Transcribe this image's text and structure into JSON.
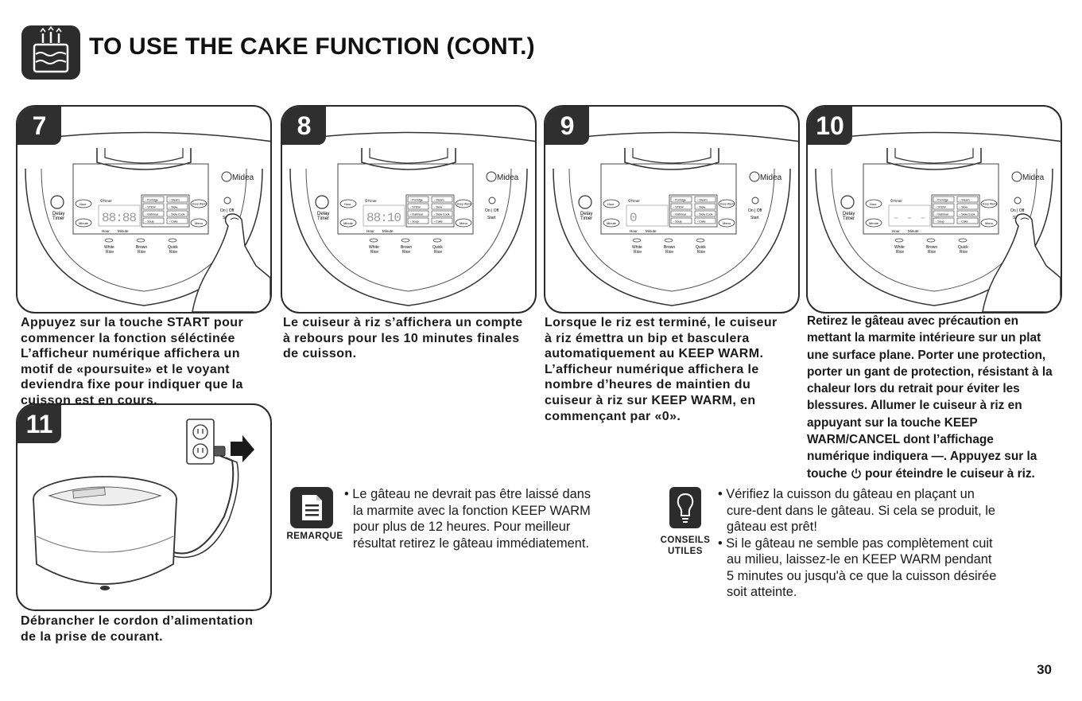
{
  "header": {
    "title": "TO USE THE CAKE FUNCTION (CONT.)",
    "icon": "cake-icon"
  },
  "steps": [
    {
      "number": "7",
      "lines": [
        "Appuyez sur la touche START  pour",
        "commencer la fonction séléctinée",
        "L’afficheur numérique affichera  un",
        "motif de «poursuite» et le voyant",
        "deviendra fixe pour indiquer que la",
        "cuisson est en cours."
      ]
    },
    {
      "number": "8",
      "lines": [
        "Le cuiseur à riz s’affichera un compte",
        "à rebours pour les 10 minutes finales",
        "de cuisson."
      ]
    },
    {
      "number": "9",
      "lines": [
        "Lorsque le riz est terminé, le cuiseur",
        "à riz émettra un bip et basculera",
        "automatiquement au KEEP WARM.",
        "L’afficheur numérique affichera le",
        "nombre d’heures de maintien du",
        "cuiseur à riz  sur KEEP WARM, en",
        "commençant par «0»."
      ]
    },
    {
      "number": "10",
      "lines": [
        "Retirez le gâteau avec précaution en",
        "mettant la marmite intérieure sur un plat",
        "une surface plane. Porter une protection,",
        "porter un gant de protection, résistant à la",
        "chaleur lors du retrait pour éviter les",
        "blessures. Allumer le cuiseur à riz en",
        "appuyant sur la touche  KEEP",
        "WARM/CANCEL dont l’affichage",
        "numérique indiquera —. Appuyez sur la"
      ],
      "last_line_prefix": "touche",
      "last_line_suffix": "pour éteindre  le cuiseur à riz."
    },
    {
      "number": "11",
      "lines": [
        "Débrancher le cordon d’alimentation",
        "de la prise de courant."
      ]
    }
  ],
  "panel": {
    "brand": "Midea",
    "delay_timer": [
      "Delay",
      "Timer"
    ],
    "hour_btn": "Hour",
    "minute_btn": "Minute",
    "timer_label": "Timer",
    "display_digits": [
      "88:88",
      "88:10",
      "0",
      "- - - -"
    ],
    "display_hour": "Hour",
    "display_minute": "Minute",
    "menu_col1": [
      "Porridge",
      "STEW",
      "Oatmeal",
      "Soup"
    ],
    "menu_col2": [
      "Steam",
      "Slow",
      "Slow Cook",
      "Cake"
    ],
    "keep_warm": "Keep Warm",
    "menu_btn": "Menu",
    "on_off": "On | Off",
    "start": "Start",
    "rice_buttons": [
      [
        "White",
        "Rice"
      ],
      [
        "Brown",
        "Rice"
      ],
      [
        "Quick",
        "Rice"
      ]
    ]
  },
  "notes": {
    "remarque_label": "REMARQUE",
    "remarque_icon": "note-icon",
    "remarque_lines": [
      "• Le gâteau ne devrait pas être laissé dans",
      "la marmite avec la fonction KEEP WARM",
      "pour plus de 12 heures. Pour meilleur",
      "résultat  retirez le gâteau immédiatement."
    ],
    "conseils_label": [
      "CONSEILS",
      "UTILES"
    ],
    "conseils_icon": "lightbulb-icon",
    "conseils_lines": [
      "• Vérifiez la cuisson du gâteau en plaçant un",
      "cure-dent dans le gâteau. Si cela se produit, le",
      "gâteau est prêt!",
      "• Si le gâteau ne semble pas complètement cuit",
      "au milieu, laissez-le en  KEEP WARM pendant",
      "5 minutes ou jusqu'à ce que la cuisson désirée",
      "soit atteinte."
    ]
  },
  "page_number": "30",
  "colors": {
    "badge": "#2f2f2f",
    "text": "#1a1a1a",
    "line": "#2a2a2a"
  }
}
